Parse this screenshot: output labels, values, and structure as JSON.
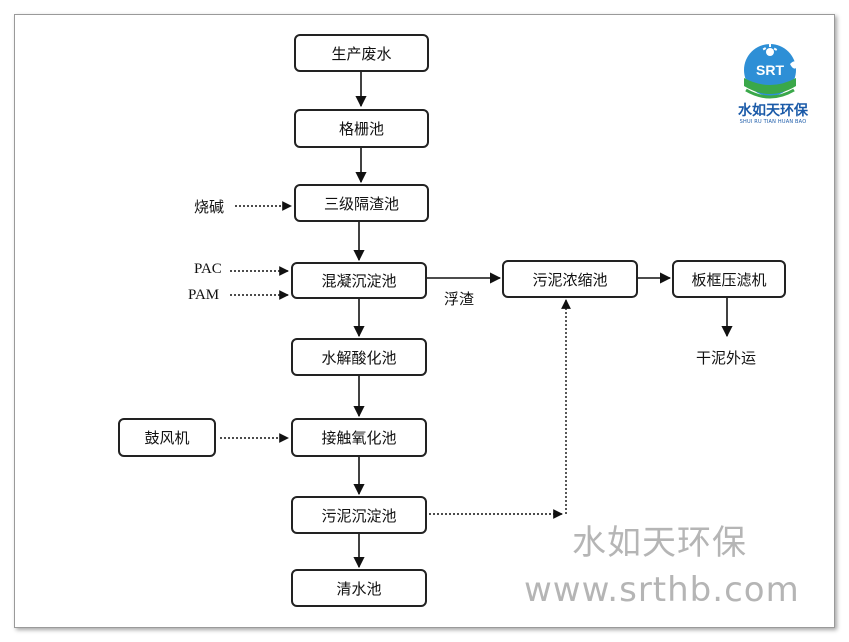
{
  "nodes": {
    "wastewater": "生产废水",
    "grille": "格栅池",
    "slag_tank": "三级隔渣池",
    "coagulation": "混凝沉淀池",
    "hydrolysis": "水解酸化池",
    "contact_oxidation": "接触氧化池",
    "sludge_settling": "污泥沉淀池",
    "clear_water": "清水池",
    "sludge_thickening": "污泥浓缩池",
    "filter_press": "板框压滤机",
    "blower": "鼓风机"
  },
  "labels": {
    "alkali": "烧碱",
    "pac": "PAC",
    "pam": "PAM",
    "scum": "浮渣",
    "dry_sludge": "干泥外运"
  },
  "logo": {
    "mark": "SRT",
    "name": "水如天环保",
    "pinyin": "SHUI RU TIAN HUAN BAO",
    "colors": {
      "blue": "#1a5aa8",
      "green": "#3aa84a",
      "sky": "#2e8fd6"
    }
  },
  "watermark": {
    "name": "水如天环保",
    "url": "www.srthb.com",
    "color": "#b5b5b5"
  }
}
